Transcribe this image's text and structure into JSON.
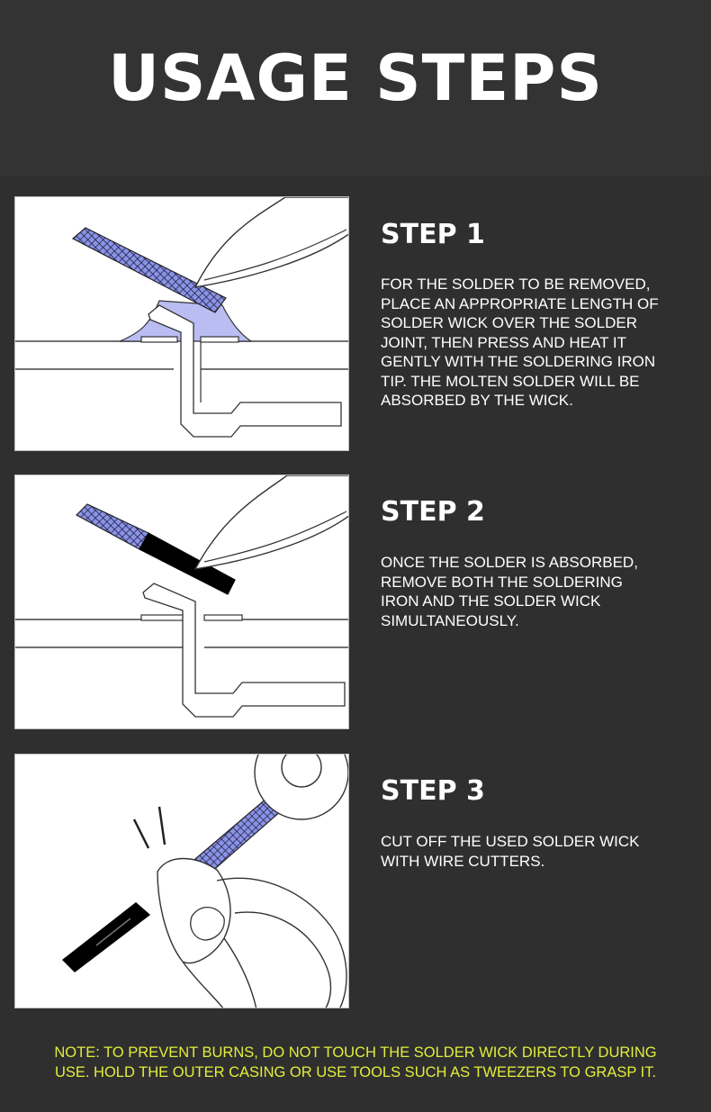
{
  "header": {
    "title": "USAGE STEPS"
  },
  "steps": [
    {
      "heading": "STEP 1",
      "text": "FOR THE SOLDER TO BE REMOVED,\nPLACE AN APPROPRIATE LENGTH OF\nSOLDER WICK OVER THE SOLDER\nJOINT, THEN PRESS AND HEAT IT\nGENTLY WITH THE SOLDERING IRON\nTIP. THE MOLTEN SOLDER WILL BE\nABSORBED BY THE WICK."
    },
    {
      "heading": "STEP 2",
      "text": "ONCE THE SOLDER IS ABSORBED,\nREMOVE BOTH THE SOLDERING\nIRON AND THE SOLDER WICK\nSIMULTANEOUSLY."
    },
    {
      "heading": "STEP 3",
      "text": "CUT OFF THE USED SOLDER WICK\nWITH WIRE CUTTERS."
    }
  ],
  "note": "NOTE: TO PREVENT BURNS, DO NOT TOUCH THE SOLDER WICK DIRECTLY DURING\nUSE. HOLD THE OUTER CASING OR USE TOOLS SUCH AS TWEEZERS TO GRASP IT.",
  "colors": {
    "background": "#2f2f2f",
    "note_text": "#e2ee3a",
    "wick_fill": "#8a93e6",
    "solder_fill": "#b9bdf2"
  },
  "illustrations": [
    {
      "icon": "soldering-wick-heating-illustration"
    },
    {
      "icon": "solder-absorbed-removal-illustration"
    },
    {
      "icon": "wire-cutter-illustration"
    }
  ]
}
